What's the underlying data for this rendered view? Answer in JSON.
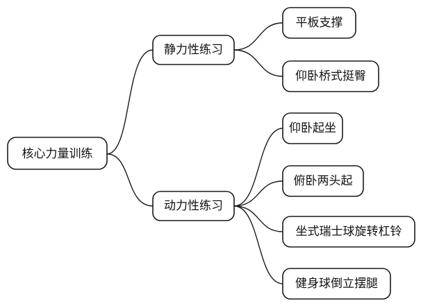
{
  "root": {
    "label": "核心力量训练",
    "children": [
      {
        "label": "静力性练习",
        "children": [
          {
            "label": "平板支撑"
          },
          {
            "label": "仰卧桥式挺臀"
          }
        ]
      },
      {
        "label": "动力性练习",
        "children": [
          {
            "label": "仰卧起坐"
          },
          {
            "label": "俯卧两头起"
          },
          {
            "label": "坐式瑞士球旋转杠铃"
          },
          {
            "label": "健身球倒立摆腿"
          }
        ]
      }
    ]
  }
}
